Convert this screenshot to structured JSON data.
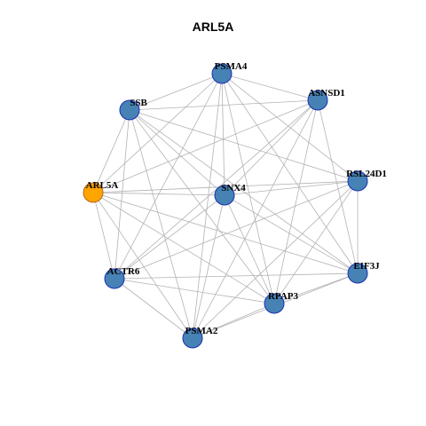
{
  "title": "ARL5A",
  "colors": {
    "edge": "#b3b3b3",
    "node_fill": "#4682b4",
    "node_stroke": "#1c2fb3",
    "focus_fill": "#ffa500",
    "focus_stroke": "#b5651d"
  },
  "nodes": [
    {
      "id": "PSMA4",
      "label": "PSMA4",
      "focus": false
    },
    {
      "id": "ASNSD1",
      "label": "ASNSD1",
      "focus": false
    },
    {
      "id": "SSB",
      "label": "SSB",
      "focus": false
    },
    {
      "id": "RSL24D1",
      "label": "RSL24D1",
      "focus": false
    },
    {
      "id": "ARL5A",
      "label": "ARL5A",
      "focus": true
    },
    {
      "id": "SNX4",
      "label": "SNX4",
      "focus": false
    },
    {
      "id": "EIF3J",
      "label": "EIF3J",
      "focus": false
    },
    {
      "id": "ACTR6",
      "label": "ACTR6",
      "focus": false
    },
    {
      "id": "RPAP3",
      "label": "RPAP3",
      "focus": false
    },
    {
      "id": "PSMA2",
      "label": "PSMA2",
      "focus": false
    }
  ],
  "edges": [
    [
      "PSMA4",
      "ASNSD1"
    ],
    [
      "PSMA4",
      "SSB"
    ],
    [
      "PSMA4",
      "RSL24D1"
    ],
    [
      "PSMA4",
      "ARL5A"
    ],
    [
      "PSMA4",
      "SNX4"
    ],
    [
      "PSMA4",
      "EIF3J"
    ],
    [
      "PSMA4",
      "ACTR6"
    ],
    [
      "PSMA4",
      "RPAP3"
    ],
    [
      "PSMA4",
      "PSMA2"
    ],
    [
      "ASNSD1",
      "SSB"
    ],
    [
      "ASNSD1",
      "ARL5A"
    ],
    [
      "ASNSD1",
      "SNX4"
    ],
    [
      "ASNSD1",
      "EIF3J"
    ],
    [
      "ASNSD1",
      "ACTR6"
    ],
    [
      "ASNSD1",
      "RPAP3"
    ],
    [
      "ASNSD1",
      "PSMA2"
    ],
    [
      "SSB",
      "RSL24D1"
    ],
    [
      "SSB",
      "ARL5A"
    ],
    [
      "SSB",
      "SNX4"
    ],
    [
      "SSB",
      "EIF3J"
    ],
    [
      "SSB",
      "ACTR6"
    ],
    [
      "SSB",
      "RPAP3"
    ],
    [
      "SSB",
      "PSMA2"
    ],
    [
      "RSL24D1",
      "ARL5A"
    ],
    [
      "RSL24D1",
      "SNX4"
    ],
    [
      "RSL24D1",
      "EIF3J"
    ],
    [
      "RSL24D1",
      "ACTR6"
    ],
    [
      "RSL24D1",
      "RPAP3"
    ],
    [
      "RSL24D1",
      "PSMA2"
    ],
    [
      "ARL5A",
      "SNX4"
    ],
    [
      "ARL5A",
      "EIF3J"
    ],
    [
      "ARL5A",
      "ACTR6"
    ],
    [
      "ARL5A",
      "RPAP3"
    ],
    [
      "ARL5A",
      "PSMA2"
    ],
    [
      "SNX4",
      "EIF3J"
    ],
    [
      "SNX4",
      "ACTR6"
    ],
    [
      "SNX4",
      "RPAP3"
    ],
    [
      "SNX4",
      "PSMA2"
    ],
    [
      "EIF3J",
      "ACTR6"
    ],
    [
      "EIF3J",
      "RPAP3"
    ],
    [
      "EIF3J",
      "PSMA2"
    ],
    [
      "ACTR6",
      "RPAP3"
    ],
    [
      "ACTR6",
      "PSMA2"
    ],
    [
      "RPAP3",
      "PSMA2"
    ]
  ]
}
